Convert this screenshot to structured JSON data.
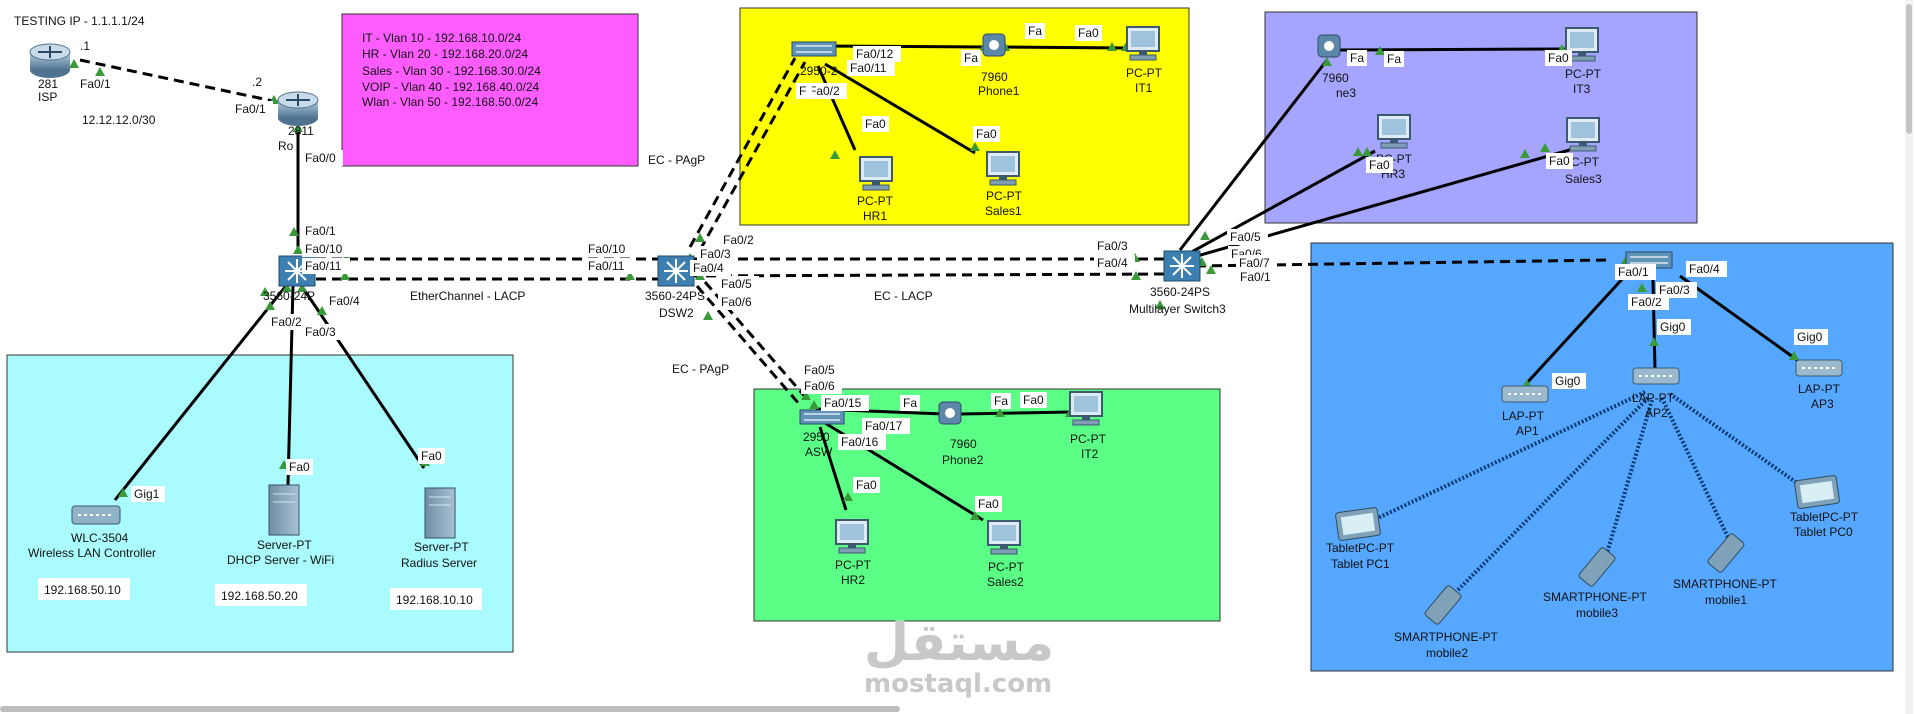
{
  "colors": {
    "cyan_area": "#a9fbfd",
    "yellow_area": "#ffff00",
    "green_area": "#5cff86",
    "purple_area": "#a5a5ff",
    "blue_area": "#55a7ff",
    "vlan_note": "#ff5cff",
    "link": "#000000",
    "port_dot": "#3a9a3a"
  },
  "testing_ip": "TESTING IP - 1.1.1.1/24",
  "vlan_note": [
    "IT - Vlan 10 - 192.168.10.0/24",
    "HR - Vlan 20 - 192.168.20.0/24",
    "Sales - Vlan 30 - 192.168.30.0/24",
    "VOIP - Vlan 40 - 192.168.40.0/24",
    "Wlan - Vlan 50 - 192.168.50.0/24"
  ],
  "devices": {
    "isp": {
      "type": "router-icon",
      "line1": "281",
      "line2": "ISP"
    },
    "router": {
      "type": "router-icon",
      "line1": "2811",
      "line2": "Ro"
    },
    "dsw1": {
      "type": "multilayer-switch-icon",
      "line1": "3560-24P"
    },
    "dsw2": {
      "type": "multilayer-switch-icon",
      "line1": "3560-24PS",
      "line2": "DSW2"
    },
    "dsw3": {
      "type": "multilayer-switch-icon",
      "line1": "3560-24PS",
      "line2": "Multilayer Switch3"
    },
    "asw1": {
      "type": "switch-icon",
      "line1": "2950-2"
    },
    "asw2": {
      "type": "switch-icon",
      "line1": "2950",
      "line2": "ASW"
    },
    "wlc": {
      "type": "wlc-icon",
      "line1": "WLC-3504",
      "line2": "Wireless LAN Controller"
    },
    "dhcp": {
      "type": "server-icon",
      "line1": "Server-PT",
      "line2": "DHCP Server - WiFi"
    },
    "radius": {
      "type": "server-icon",
      "line1": "Server-PT",
      "line2": "Radius Server"
    },
    "phone1": {
      "type": "ip-phone-icon",
      "line1": "7960",
      "line2": "Phone1"
    },
    "it1": {
      "type": "pc-icon",
      "line1": "PC-PT",
      "line2": "IT1"
    },
    "hr1": {
      "type": "pc-icon",
      "line1": "PC-PT",
      "line2": "HR1"
    },
    "sales1": {
      "type": "pc-icon",
      "line1": "PC-PT",
      "line2": "Sales1"
    },
    "phone2": {
      "type": "ip-phone-icon",
      "line1": "7960",
      "line2": "Phone2"
    },
    "it2": {
      "type": "pc-icon",
      "line1": "PC-PT",
      "line2": "IT2"
    },
    "hr2": {
      "type": "pc-icon",
      "line1": "PC-PT",
      "line2": "HR2"
    },
    "sales2": {
      "type": "pc-icon",
      "line1": "PC-PT",
      "line2": "Sales2"
    },
    "phone3": {
      "type": "ip-phone-icon",
      "line1": "7960",
      "line2": "ne3"
    },
    "it3": {
      "type": "pc-icon",
      "line1": "PC-PT",
      "line2": "IT3"
    },
    "hr3": {
      "type": "pc-icon",
      "line1": "PC-PT",
      "line2": "HR3"
    },
    "sales3": {
      "type": "pc-icon",
      "line1": "C-PT",
      "line2": "Sales3"
    },
    "ap_switch": {
      "type": "switch-icon"
    },
    "ap1": {
      "type": "access-point-icon",
      "line1": "LAP-PT",
      "line2": "AP1"
    },
    "ap2": {
      "type": "access-point-icon",
      "line1": "LAP-PT",
      "line2": "AP2"
    },
    "ap3": {
      "type": "access-point-icon",
      "line1": "LAP-PT",
      "line2": "AP3"
    },
    "tablet1": {
      "type": "tablet-icon",
      "line1": "TabletPC-PT",
      "line2": "Tablet PC1"
    },
    "tablet0": {
      "type": "tablet-icon",
      "line1": "TabletPC-PT",
      "line2": "Tablet PC0"
    },
    "mobile2": {
      "type": "smartphone-icon",
      "line1": "SMARTPHONE-PT",
      "line2": "mobile2"
    },
    "mobile3": {
      "type": "smartphone-icon",
      "line1": "SMARTPHONE-PT",
      "line2": "mobile3"
    },
    "mobile1": {
      "type": "smartphone-icon",
      "line1": "SMARTPHONE-PT",
      "line2": "mobile1"
    }
  },
  "ip_tags": {
    "wlc": "192.168.50.10",
    "dhcp": "192.168.50.20",
    "radius": "192.168.10.10"
  },
  "link_notes": {
    "isp_subnet": "12.12.12.0/30",
    "isp_side": ".1",
    "router_side": ".2",
    "etherchannel_lacp": "EtherChannel - LACP",
    "ec_pagp_top": "EC - PAgP",
    "ec_lacp": "EC - LACP",
    "ec_pagp_bottom": "EC - PAgP"
  },
  "port_labels": [
    "Fa0/1",
    "Fa0/1",
    "Fa0/0",
    "Fa0/1",
    "Fa0/10",
    "Fa0/11",
    "Fa0/4",
    "Fa0/2",
    "Fa0/3",
    "Fa0/10",
    "Fa0/11",
    "Fa0/2",
    "Fa0/3",
    "Fa0/4",
    "Fa0/5",
    "Fa0/6",
    "Fa0/3",
    "Fa0/4",
    "Fa0/5",
    "Fa0/6",
    "Fa0/7",
    "Fa0/1",
    "Fa0/12",
    "Fa0/11",
    "Fa0/2",
    "Fa",
    "Fa",
    "Fa0",
    "Fa0",
    "Fa0",
    "Fa0/5",
    "Fa0/6",
    "Fa0/15",
    "Fa0/17",
    "Fa0/16",
    "Fa",
    "Fa",
    "Fa0",
    "Fa0",
    "Fa0",
    "Fa",
    "Fa",
    "Fa0",
    "Fa0",
    "Fa0",
    "Fa0/1",
    "Fa0/4",
    "Fa0/2",
    "Fa0/3",
    "Gig0",
    "Gig0",
    "Gig0",
    "Gig1",
    "Fa0",
    "Fa0",
    "F"
  ],
  "watermark": {
    "arabic": "مستقل",
    "latin": "mostaql.com"
  }
}
